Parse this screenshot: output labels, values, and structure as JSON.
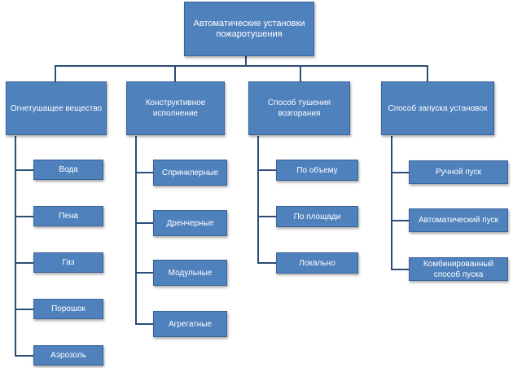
{
  "root": {
    "label": "Автоматические установки пожаротушения"
  },
  "categories": [
    {
      "label": "Огнетушащее вещество",
      "items": [
        "Вода",
        "Пена",
        "Газ",
        "Порошок",
        "Аэрозоль"
      ]
    },
    {
      "label": "Конструктивное исполнение",
      "items": [
        "Спринклерные",
        "Дренчерные",
        "Модульные",
        "Агрегатные"
      ]
    },
    {
      "label": "Способ тушения возгорания",
      "items": [
        "По объему",
        "По площади",
        "Локально"
      ]
    },
    {
      "label": "Способ запуска установок",
      "items": [
        "Ручной пуск",
        "Автоматический пуск",
        "Комбинированный способ пуска"
      ]
    }
  ],
  "colors": {
    "box_fill": "#4f81bd",
    "box_border": "#3a6496",
    "connector": "#2c4d75",
    "text": "#ffffff"
  }
}
